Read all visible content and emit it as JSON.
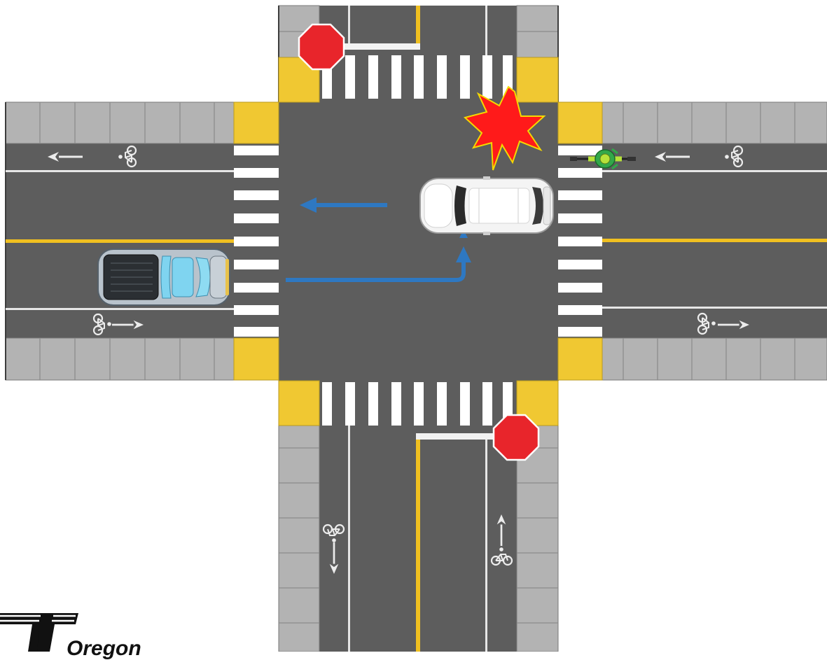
{
  "diagram": {
    "type": "intersection-crash-diagram",
    "colors": {
      "road": "#5d5d5d",
      "sidewalk": "#b3b3b3",
      "curb_ramp": "#f0c832",
      "center_line": "#f0c020",
      "lane_line": "#e6e6e6",
      "crosswalk": "#ffffff",
      "path_arrow": "#2e78c2",
      "stop_sign": "#e8252b",
      "impact": "#ff1a1a",
      "impact_outline": "#f5d800"
    },
    "elements": {
      "stop_signs": [
        "stop-sign-north",
        "stop-sign-south"
      ],
      "vehicles": [
        "white-suv",
        "silver-pickup-truck"
      ],
      "cyclist": "cyclist-eastbound-bike-lane",
      "impact_marker": "collision-burst",
      "bike_lane_symbols": [
        "bike-lane-west-top",
        "bike-lane-west-bottom",
        "bike-lane-east-top",
        "bike-lane-east-bottom",
        "bike-lane-south-left",
        "bike-lane-south-right"
      ]
    }
  },
  "logo": {
    "icon": "agency-logo-icon",
    "text": "Oregon"
  }
}
